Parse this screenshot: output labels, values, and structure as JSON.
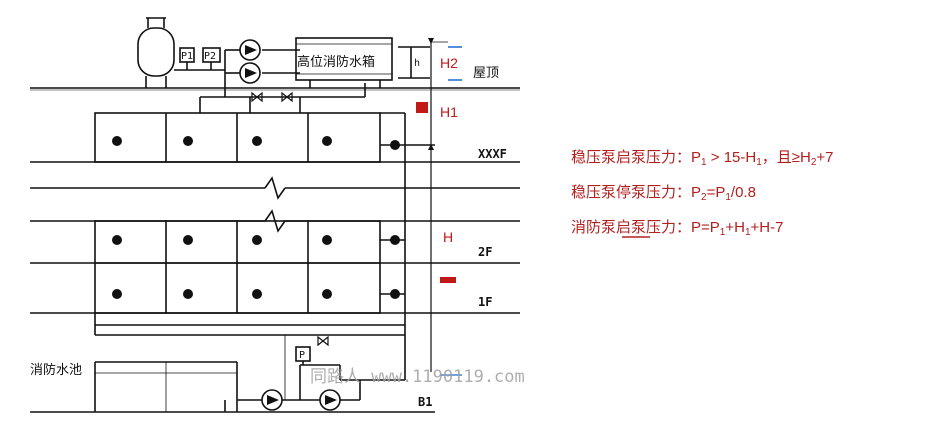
{
  "diagram": {
    "roof_label": "屋顶",
    "tank_label": "高位消防水箱",
    "pool_label": "消防水池",
    "floor_labels": {
      "top": "XXXF",
      "second": "2F",
      "first": "1F",
      "basement": "B1"
    },
    "gauge_labels": {
      "p1": "P1",
      "p2": "P2",
      "p_basement": "P"
    },
    "height_marks": {
      "h2": "H2",
      "h1": "H1",
      "h": "H",
      "small_h": "h"
    },
    "watermark": "同路人 www.1190119.com"
  },
  "formulas": {
    "stabilizer_start": {
      "label": "稳压泵启泵压力：",
      "p": "P",
      "p_sub": "1",
      "gt": " > 15-H",
      "h_sub": "1",
      "and": "，且≥H",
      "h2_sub": "2",
      "tail": "+7"
    },
    "stabilizer_stop": {
      "label": "稳压泵停泵压力：",
      "p2": "P",
      "p2_sub": "2",
      "eq": "=P",
      "p1_sub": "1",
      "tail": "/0.8"
    },
    "fire_pump_start": {
      "label": "消防泵启泵压力：",
      "a": "P=P",
      "a_sub": "1",
      "b": "+H",
      "b_sub": "1",
      "tail": "+H-7"
    }
  },
  "colors": {
    "line": "#111111",
    "accent": "#b22020",
    "dim": "#1e6ad0",
    "watermark": "#a0a0a0"
  }
}
